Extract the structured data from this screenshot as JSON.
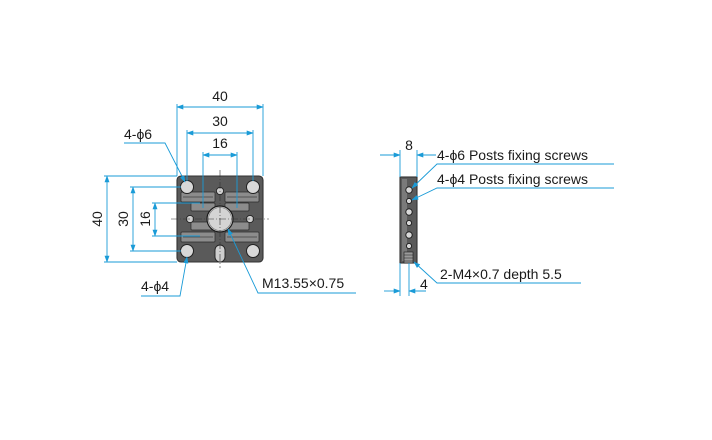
{
  "front_view": {
    "dimensions": {
      "width_outer": "40",
      "width_mid": "30",
      "width_inner": "16",
      "height_outer": "40",
      "height_mid": "30",
      "height_inner": "16"
    },
    "callouts": {
      "large_holes": "4-ϕ6",
      "small_holes": "4-ϕ4",
      "center_thread": "M13.55×0.75"
    }
  },
  "side_view": {
    "dimensions": {
      "thickness": "8",
      "offset": "4"
    },
    "callouts": {
      "posts_large": "4-ϕ6 Posts fixing screws",
      "posts_small": "4-ϕ4 Posts fixing screws",
      "tapped": "2-M4×0.7 depth 5.5"
    }
  },
  "colors": {
    "dimension_line": "#1a9bd7",
    "part_body": "#555555",
    "part_outline": "#333333",
    "text": "#1a1a1a"
  }
}
